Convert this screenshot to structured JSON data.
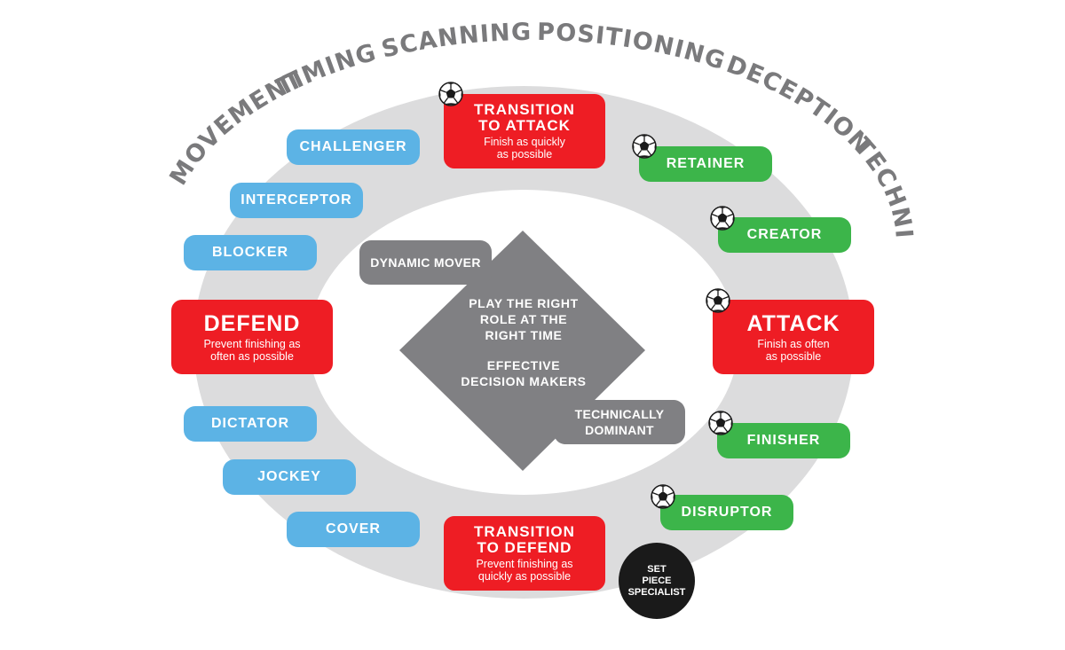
{
  "arc_words": [
    "MOVEMENT",
    "TIMING",
    "SCANNING",
    "POSITIONING",
    "DECEPTION",
    "TECHNIQUES"
  ],
  "left_roles": {
    "challenger": "CHALLENGER",
    "interceptor": "INTERCEPTOR",
    "blocker": "BLOCKER",
    "dictator": "DICTATOR",
    "jockey": "JOCKEY",
    "cover": "COVER"
  },
  "right_roles": {
    "retainer": "RETAINER",
    "creator": "CREATOR",
    "finisher": "FINISHER",
    "disruptor": "DISRUPTOR"
  },
  "phases": {
    "transition_attack": {
      "title_1": "TRANSITION",
      "title_2": "TO ATTACK",
      "sub_1": "Finish as quickly",
      "sub_2": "as possible"
    },
    "transition_defend": {
      "title_1": "TRANSITION",
      "title_2": "TO DEFEND",
      "sub_1": "Prevent finishing as",
      "sub_2": "quickly as possible"
    },
    "defend": {
      "title": "DEFEND",
      "sub_1": "Prevent finishing as",
      "sub_2": "often as possible"
    },
    "attack": {
      "title": "ATTACK",
      "sub_1": "Finish as often",
      "sub_2": "as possible"
    }
  },
  "center": {
    "line_1": "PLAY THE RIGHT",
    "line_2": "ROLE AT THE",
    "line_3": "RIGHT TIME",
    "line_4": "EFFECTIVE",
    "line_5": "DECISION MAKERS"
  },
  "tags": {
    "dynamic_mover": "DYNAMIC MOVER",
    "technically_1": "TECHNICALLY",
    "technically_2": "DOMINANT"
  },
  "set_piece": {
    "line_1": "SET",
    "line_2": "PIECE",
    "line_3": "SPECIALIST"
  },
  "colors": {
    "red": "#ee1d24",
    "blue": "#5cb3e5",
    "green": "#3cb54a",
    "gray": "#808083",
    "ring": "#dcdcdd",
    "black": "#1a1a1a"
  },
  "icons": [
    "soccer-ball-icon"
  ]
}
